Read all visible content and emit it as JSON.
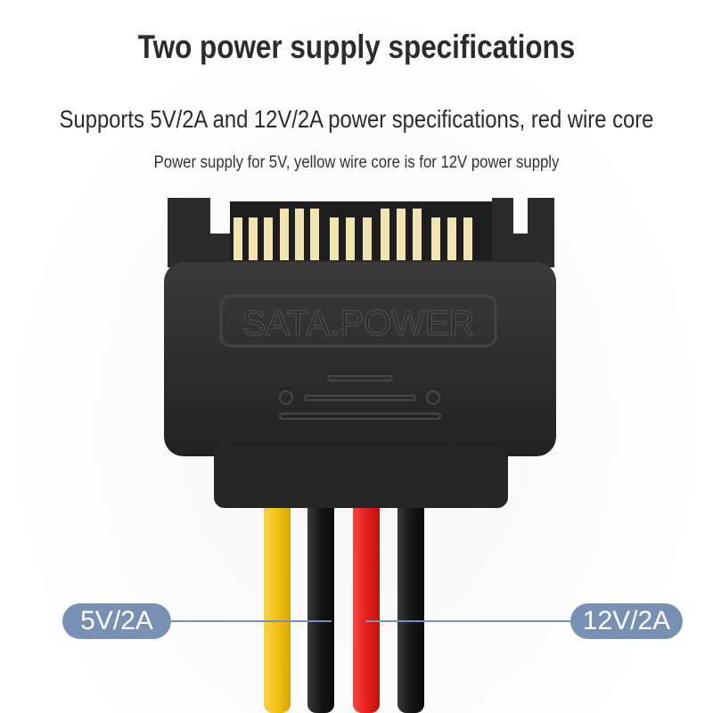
{
  "heading": {
    "title": "Two power supply specifications",
    "subtitle": "Supports 5V/2A and 12V/2A power specifications, red wire core",
    "subtitle2": "Power supply for 5V, yellow wire core is for 12V power supply"
  },
  "connector": {
    "label": "SATA.POWER"
  },
  "labels": {
    "left": "5V/2A",
    "right": "12V/2A"
  },
  "colors": {
    "yellow_wire": "#f6c21a",
    "black_wire": "#1a1a1a",
    "red_wire": "#e8201e",
    "connector_body": "#2a2a2a",
    "pin_gold": "#efe4b2",
    "pill": "#7890b4"
  }
}
